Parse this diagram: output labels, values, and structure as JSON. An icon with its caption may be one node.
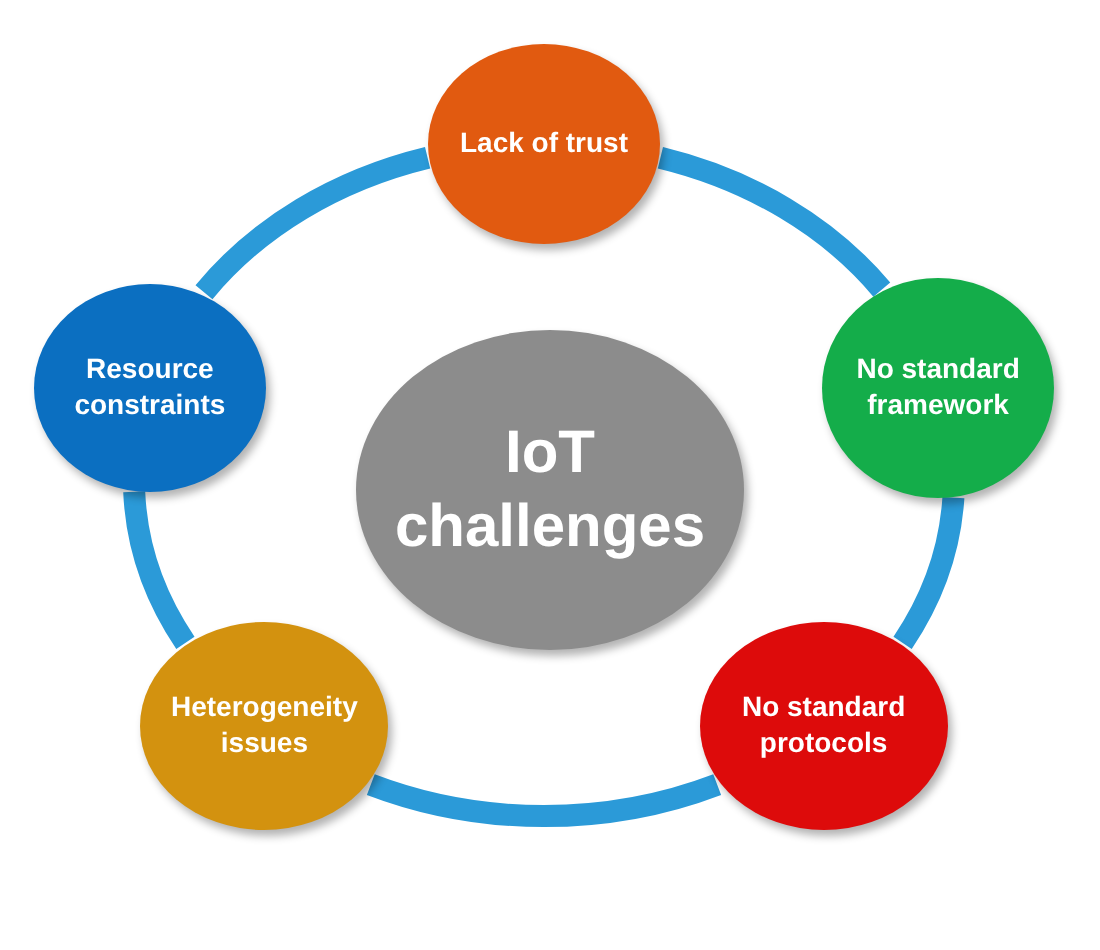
{
  "diagram": {
    "nodes": [
      {
        "text": [
          "IoT challenges"
        ]
      },
      {
        "text": [
          "Lack of trust"
        ]
      },
      {
        "text": [
          "No standard framework"
        ]
      },
      {
        "text": [
          "No standard protocols"
        ]
      },
      {
        "text": [
          "Heterogeneity issues"
        ]
      },
      {
        "text": [
          "Resource constraints"
        ]
      }
    ],
    "edges": [
      {
        "from": 1,
        "to": 2,
        "arrow": "none"
      },
      {
        "from": 2,
        "to": 3,
        "arrow": "none"
      },
      {
        "from": 3,
        "to": 4,
        "arrow": "none"
      },
      {
        "from": 4,
        "to": 5,
        "arrow": "none"
      },
      {
        "from": 5,
        "to": 1,
        "arrow": "none"
      }
    ]
  }
}
